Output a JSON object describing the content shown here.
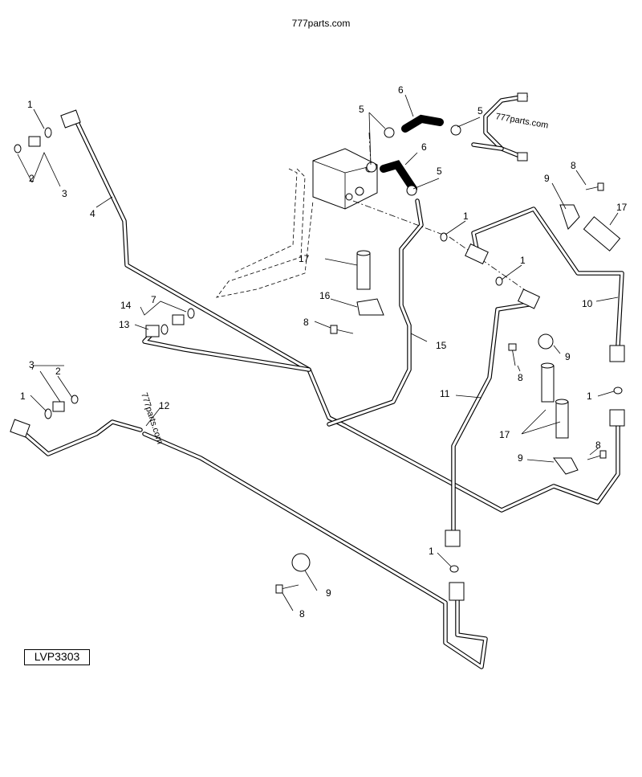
{
  "header": {
    "site": "777parts.com"
  },
  "diagram_code": "LVP3303",
  "watermarks": [
    "777parts.com",
    "777parts.com"
  ],
  "callouts": [
    "1",
    "2",
    "3",
    "4",
    "5",
    "6",
    "8",
    "9",
    "10",
    "11",
    "12",
    "13",
    "14",
    "15",
    "16",
    "17"
  ]
}
